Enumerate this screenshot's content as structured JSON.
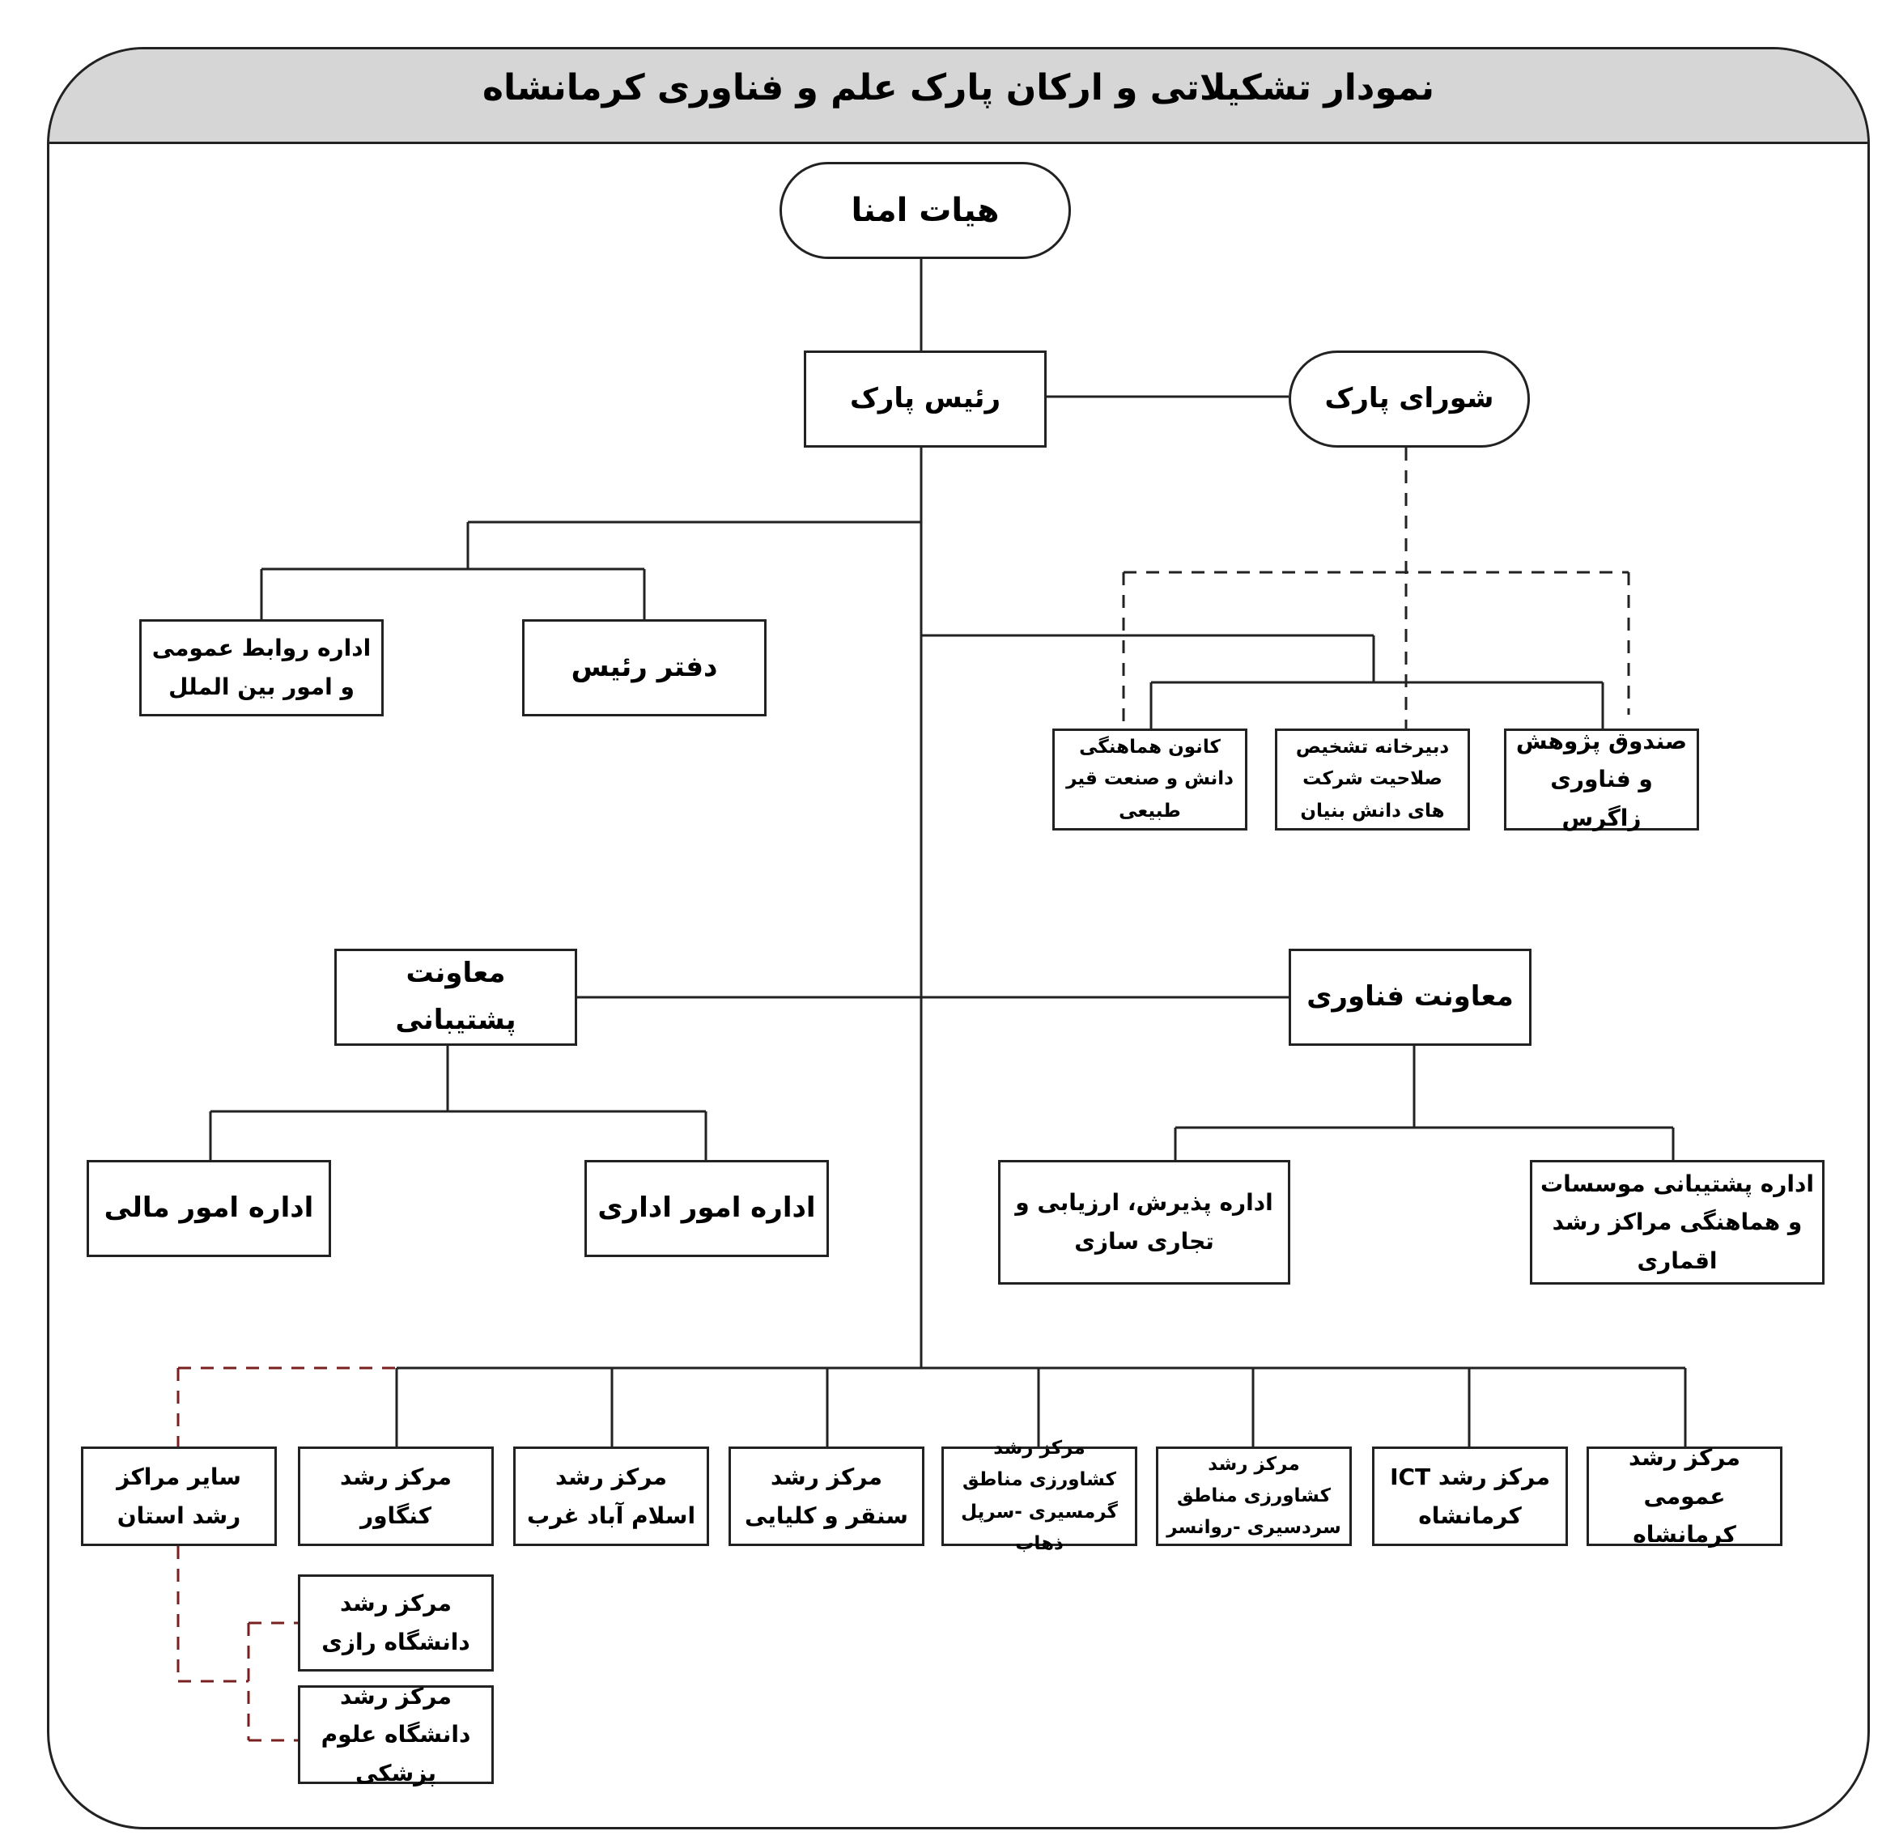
{
  "title": "نمودار تشکیلاتی و ارکان پارک علم و فناوری کرمانشاه",
  "nodes": {
    "board": "هیات امنا",
    "president": "رئیس پارک",
    "council": "شورای پارک",
    "public_relations": "اداره روابط عمومی و امور بین الملل",
    "president_office": "دفتر رئیس",
    "knowledge_center": "کانون هماهنگی دانش و صنعت قیر طبیعی",
    "secretariat": "دبیرخانه تشخیص صلاحیت شرکت های دانش بنیان",
    "zagros_fund": "صندوق پژوهش و فناوری زاگرس",
    "support_deputy": "معاونت پشتیبانی",
    "tech_deputy": "معاونت فناوری",
    "finance": "اداره امور مالی",
    "admin": "اداره امور اداری",
    "acceptance": "اداره پذیرش، ارزیابی و تجاری سازی",
    "institutes_support": "اداره پشتیبانی موسسات و هماهنگی مراکز رشد اقماری",
    "other_centers": "سایر مراکز رشد استان",
    "kangavar": "مرکز رشد کنگاور",
    "eslamabad": "مرکز رشد اسلام آباد غرب",
    "sonqor": "مرکز رشد سنقر و کلیایی",
    "garmsiri": "مرکز رشد کشاورزی مناطق گرمسیری -سرپل ذهاب",
    "sardsiri": "مرکز رشد کشاورزی مناطق سردسیری -روانسر",
    "ict": "مرکز رشد ICT کرمانشاه",
    "general": "مرکز رشد عمومی کرمانشاه",
    "razi": "مرکز رشد دانشگاه رازی",
    "medical": "مرکز رشد دانشگاه علوم پزشکی"
  },
  "colors": {
    "header_bg": "#d6d6d6",
    "line": "#222222",
    "dashed_accent": "#7a1f1f"
  }
}
